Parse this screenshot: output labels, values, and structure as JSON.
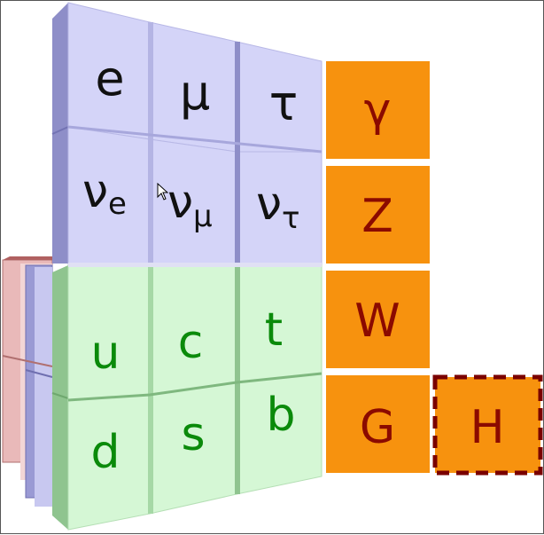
{
  "leptons": {
    "charged": [
      "e",
      "μ",
      "τ"
    ],
    "neutrinos": [
      {
        "base": "ν",
        "sub": "e"
      },
      {
        "base": "ν",
        "sub": "μ"
      },
      {
        "base": "ν",
        "sub": "τ"
      }
    ]
  },
  "quarks": {
    "up_type": [
      "u",
      "c",
      "t"
    ],
    "down_type": [
      "d",
      "s",
      "b"
    ]
  },
  "gauge_bosons": [
    "γ",
    "Z",
    "W",
    "G"
  ],
  "higgs": "H",
  "colors": {
    "lepton_face": "#d4d4f8",
    "lepton_side": "#8e8ec8",
    "quark_face": "#d5f7d5",
    "quark_side": "#8fc48f",
    "quark_text": "#0a8a0a",
    "boson_fill": "#f7920e",
    "boson_text": "#8b0a00",
    "higgs_border": "#7a0000",
    "back_red": "#e6b3b3",
    "back_blue": "#9a9ad4"
  },
  "icons": [
    "mouse-cursor-icon"
  ]
}
